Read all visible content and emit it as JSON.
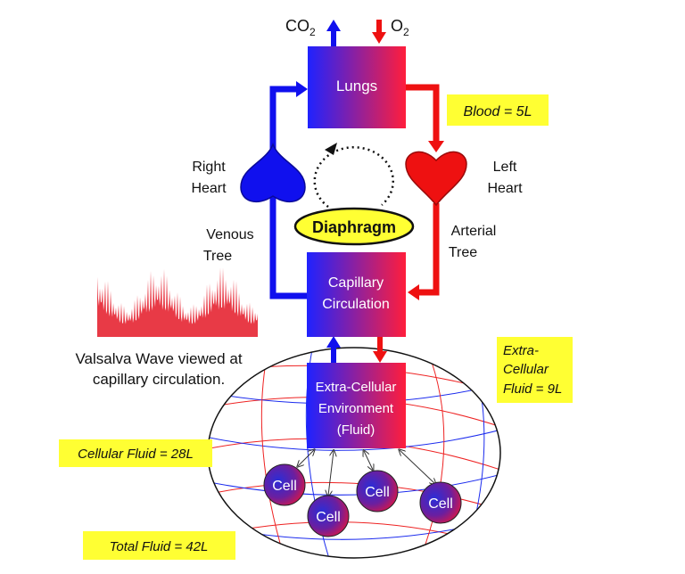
{
  "gases": {
    "co2_main": "CO",
    "co2_sub": "2",
    "o2_main": "O",
    "o2_sub": "2"
  },
  "boxes": {
    "lungs": "Lungs",
    "capillary_line1": "Capillary",
    "capillary_line2": "Circulation",
    "ecf_line1": "Extra-Cellular",
    "ecf_line2": "Environment",
    "ecf_line3": "(Fluid)"
  },
  "hearts": {
    "right_line1": "Right",
    "right_line2": "Heart",
    "left_line1": "Left",
    "left_line2": "Heart"
  },
  "vessels": {
    "venous_line1": "Venous",
    "venous_line2": "Tree",
    "arterial_line1": "Arterial",
    "arterial_line2": "Tree"
  },
  "diaphragm": "Diaphragm",
  "valsalva": {
    "line1": "Valsalva Wave viewed at",
    "line2": "capillary circulation."
  },
  "volumes": {
    "blood": "Blood = 5L",
    "ecf_line1": "Extra-",
    "ecf_line2": "Cellular",
    "ecf_line3": "Fluid = 9L",
    "cellular": "Cellular Fluid = 28L",
    "total": "Total Fluid = 42L"
  },
  "cells": [
    "Cell",
    "Cell",
    "Cell",
    "Cell"
  ],
  "colors": {
    "venous": "#1010ee",
    "arterial": "#ee1111",
    "label_bg": "#ffff33",
    "wave": "#e83a46"
  }
}
